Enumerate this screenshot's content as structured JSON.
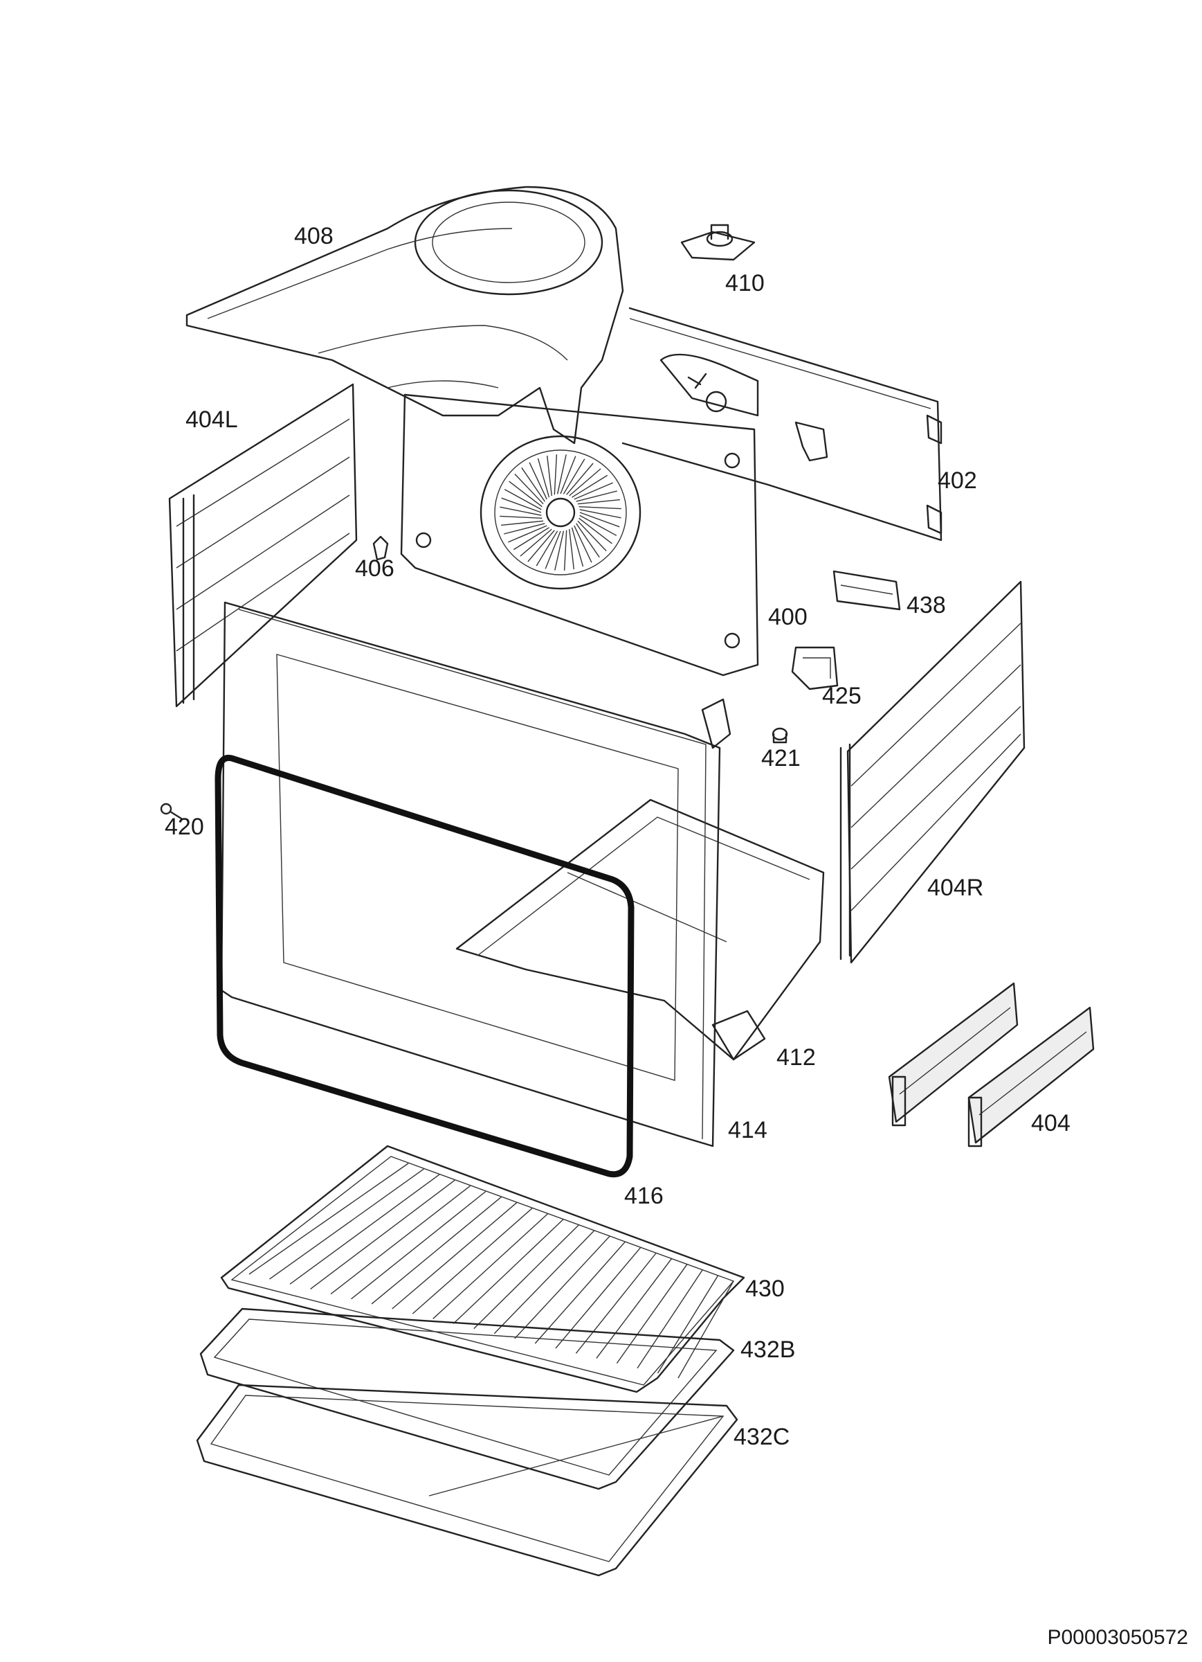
{
  "labels": {
    "p408": "408",
    "p410": "410",
    "p404L": "404L",
    "p402": "402",
    "p406": "406",
    "p400": "400",
    "p438": "438",
    "p425": "425",
    "p421": "421",
    "p420": "420",
    "p404R": "404R",
    "p412": "412",
    "p404": "404",
    "p414": "414",
    "p416": "416",
    "p430": "430",
    "p432B": "432B",
    "p432C": "432C"
  },
  "document_id": "P00003050572"
}
